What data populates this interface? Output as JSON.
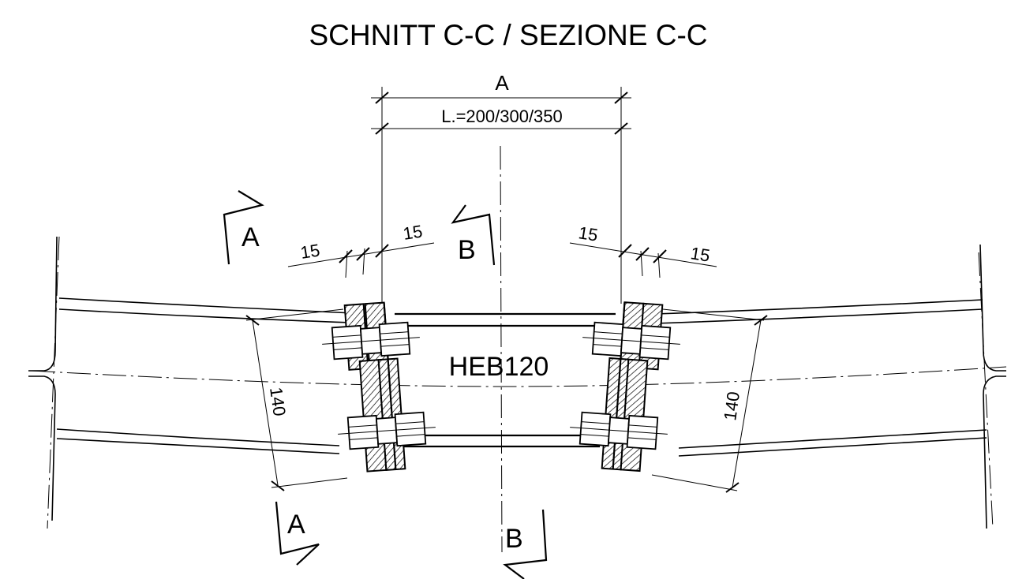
{
  "title": "SCHNITT C-C / SEZIONE C-C",
  "dimensions": {
    "overall_label": "A",
    "length_label": "L.=200/300/350",
    "edge_left_a": "15",
    "edge_left_b": "15",
    "edge_right_a": "15",
    "edge_right_b": "15",
    "height_left": "140",
    "height_right": "140"
  },
  "section_marks": {
    "a_top": "A",
    "a_bottom": "A",
    "b_top": "B",
    "b_bottom": "B"
  },
  "profile_label": "HEB120"
}
